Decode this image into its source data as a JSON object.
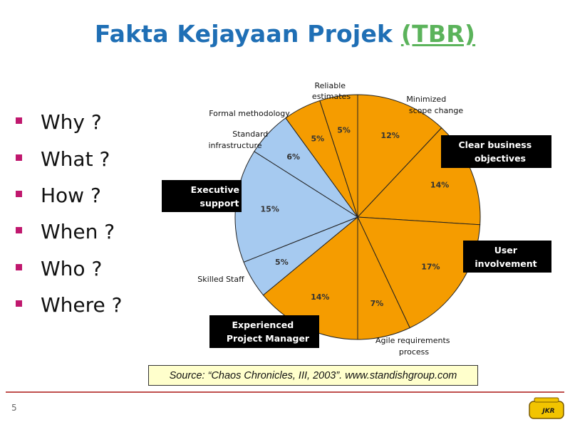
{
  "slide": {
    "title_main": "Fakta Kejayaan Projek",
    "title_highlight": "(TBR)",
    "bullets": [
      "Why ?",
      "What ?",
      "How ?",
      "When ?",
      "Who ?",
      "Where ?"
    ],
    "source": "Source:  “Chaos Chronicles, III, 2003”. www.standishgroup.com",
    "page_number": "5",
    "logo_text": "JKR"
  },
  "colors": {
    "title": "#1f6fb5",
    "highlight": "#5bb35b",
    "orange": "#f59c00",
    "blue": "#a6caf0",
    "bullet": "#c0186e",
    "divider": "#c0504d"
  },
  "chart_data": {
    "type": "pie",
    "title": "",
    "slices": [
      {
        "label": "Minimized scope change",
        "value": 12,
        "display": "12%",
        "color": "#f59c00",
        "boxed": false
      },
      {
        "label": "Clear business objectives",
        "value": 14,
        "display": "14%",
        "color": "#f59c00",
        "boxed": true
      },
      {
        "label": "User involvement",
        "value": 17,
        "display": "17%",
        "color": "#f59c00",
        "boxed": true
      },
      {
        "label": "Agile requirements process",
        "value": 7,
        "display": "7%",
        "color": "#f59c00",
        "boxed": false
      },
      {
        "label": "Experienced Project Manager",
        "value": 14,
        "display": "14%",
        "color": "#f59c00",
        "boxed": true
      },
      {
        "label": "Skilled Staff",
        "value": 5,
        "display": "5%",
        "color": "#a6caf0",
        "boxed": false
      },
      {
        "label": "Executive support",
        "value": 15,
        "display": "15%",
        "color": "#a6caf0",
        "boxed": true
      },
      {
        "label": "Standard infrastructure",
        "value": 6,
        "display": "6%",
        "color": "#a6caf0",
        "boxed": false
      },
      {
        "label": "Formal methodology",
        "value": 5,
        "display": "5%",
        "color": "#f59c00",
        "boxed": false
      },
      {
        "label": "Reliable estimates",
        "value": 5,
        "display": "5%",
        "color": "#f59c00",
        "boxed": false
      }
    ]
  }
}
